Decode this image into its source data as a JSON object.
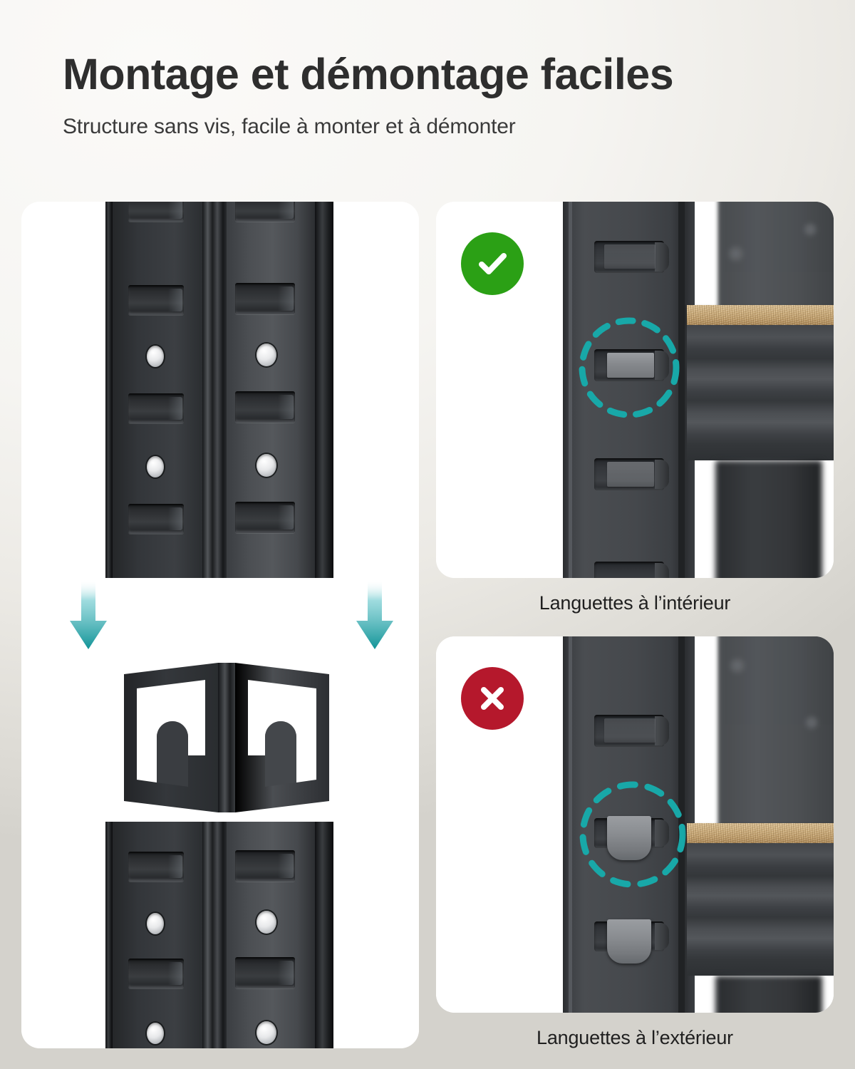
{
  "header": {
    "title": "Montage et démontage faciles",
    "subtitle": "Structure sans vis, facile à monter et à démonter"
  },
  "panels": {
    "left": {
      "name": "assembly-steps",
      "top_label": "post-corner-pair-top",
      "bottom_label": "post-connector-bottom",
      "arrow_count": 2,
      "arrow_direction": "down"
    },
    "top_right": {
      "badge": "check",
      "badge_symbol": "✓",
      "caption": "Languettes à l’intérieur",
      "tab_state": "inside"
    },
    "bottom_right": {
      "badge": "cross",
      "badge_symbol": "✕",
      "caption": "Languettes à l’extérieur",
      "tab_state": "outside"
    }
  },
  "colors": {
    "background_light": "#F7F6F3",
    "background_dark": "#D4D2CC",
    "card": "#FFFFFF",
    "title_text": "#2E2E2E",
    "subtitle_text": "#3A3A3A",
    "caption_text": "#1F1F1F",
    "badge_ok": "#2BA015",
    "badge_no": "#B5182C",
    "accent_teal": "#18A8A8",
    "arrow_teal": "#1A9BA0",
    "steel_dark": "#3C3F43",
    "board_tan": "#C9A97A"
  }
}
